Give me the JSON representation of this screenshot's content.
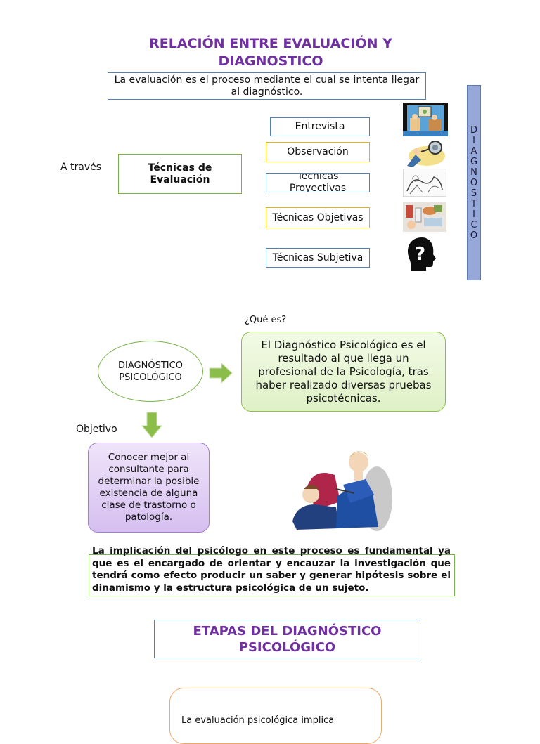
{
  "title": "RELACIÓN ENTRE EVALUACIÓN Y DIAGNOSTICO",
  "definition": "La evaluación es el proceso mediante el cual se intenta llegar al diagnóstico.",
  "through_label": "A través",
  "techniques_box": "Técnicas de Evaluación",
  "techniques": [
    "Entrevista",
    "Observación",
    "Técnicas Proyectivas",
    "Técnicas Objetivas",
    "Técnicas Subjetiva"
  ],
  "side_label": "DIAGNOSTICO",
  "question_label": "¿Qué es?",
  "oval_label": "DIAGNÓSTICO PSICOLÓGICO",
  "definition_box": "El Diagnóstico Psicológico es el resultado al que llega un profesional de la Psicología, tras haber realizado diversas pruebas psicotécnicas.",
  "objective_label": "Objetivo",
  "objective_box": "Conocer mejor al consultante para determinar la posible existencia de alguna clase de trastorno o patología.",
  "implication_text": "La implicación del psicólogo en este proceso es fundamental ya que es el encargado de orientar y encauzar la investigación que tendrá como efecto producir un saber y generar hipótesis sobre el dinamismo y la estructura psicológica de un sujeto.",
  "stages_title": "ETAPAS DEL DIAGNÓSTICO PSICOLÓGICO",
  "bottom_text": "La evaluación psicológica implica",
  "colors": {
    "title": "#7030a0",
    "blue_border": "#4f81bd",
    "gold_border": "#e7b400",
    "green_border": "#77b24a",
    "purple_fill": "#d9c3ef",
    "green_fill": "#e6f5cf",
    "bar_fill": "#95a8d8",
    "arrow": "#8bbd4a"
  },
  "icons": [
    "interview-icon",
    "observation-icon",
    "projective-icon",
    "objective-icon",
    "head-question-icon",
    "therapy-session-illustration"
  ]
}
